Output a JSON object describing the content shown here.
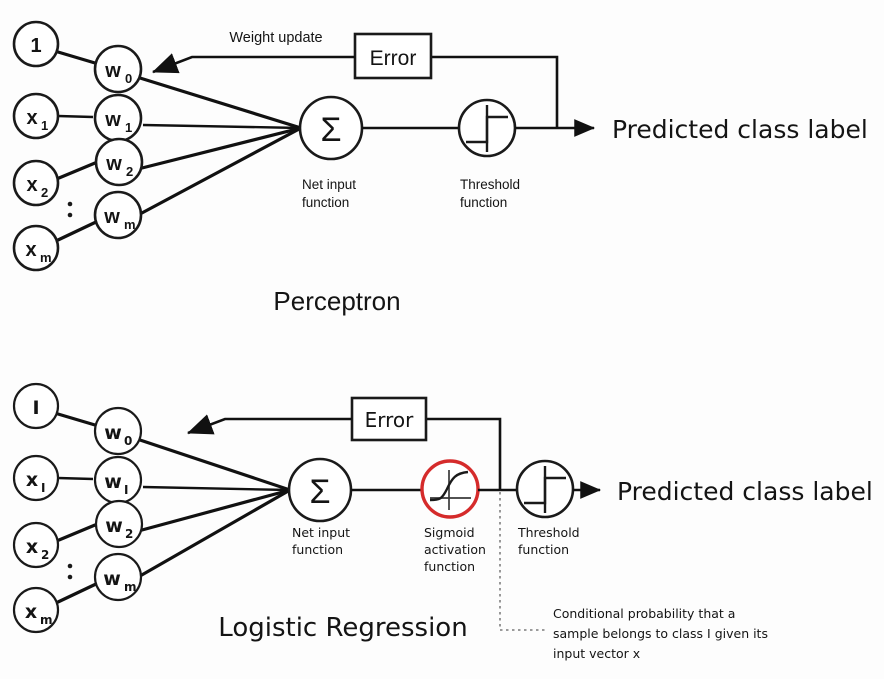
{
  "figure": {
    "background_color": "#fdfdfd",
    "line_color": "#111111",
    "accent_color": "#d52b2b"
  },
  "diagrams": [
    {
      "id": "perceptron",
      "title": "Perceptron",
      "inputs": [
        {
          "label": "1",
          "sub": ""
        },
        {
          "label": "x",
          "sub": "1"
        },
        {
          "label": "x",
          "sub": "2"
        },
        {
          "label": "x",
          "sub": "m"
        }
      ],
      "vertical_dots": "⋮",
      "weights": [
        {
          "label": "w",
          "sub": "0"
        },
        {
          "label": "w",
          "sub": "1"
        },
        {
          "label": "w",
          "sub": "2"
        },
        {
          "label": "w",
          "sub": "m"
        }
      ],
      "net_input": {
        "symbol": "Σ",
        "caption_line1": "Net input",
        "caption_line2": "function"
      },
      "threshold": {
        "icon": "step-function-icon",
        "caption_line1": "Threshold",
        "caption_line2": "function"
      },
      "error_box_label": "Error",
      "weight_update_label": "Weight update",
      "output_label": "Predicted class label"
    },
    {
      "id": "logistic-regression",
      "title": "Logistic Regression",
      "inputs": [
        {
          "label": "I",
          "sub": ""
        },
        {
          "label": "x",
          "sub": "I"
        },
        {
          "label": "x",
          "sub": "2"
        },
        {
          "label": "x",
          "sub": "m"
        }
      ],
      "vertical_dots": "⋮",
      "weights": [
        {
          "label": "w",
          "sub": "0"
        },
        {
          "label": "w",
          "sub": "I"
        },
        {
          "label": "w",
          "sub": "2"
        },
        {
          "label": "w",
          "sub": "m"
        }
      ],
      "net_input": {
        "symbol": "Σ",
        "caption_line1": "Net input",
        "caption_line2": "function"
      },
      "sigmoid": {
        "icon": "sigmoid-curve-icon",
        "caption_line1": "Sigmoid",
        "caption_line2": "activation",
        "caption_line3": "function",
        "highlight_color": "#d52b2b"
      },
      "threshold": {
        "icon": "step-function-icon",
        "caption_line1": "Threshold",
        "caption_line2": "function"
      },
      "error_box_label": "Error",
      "output_label": "Predicted class label",
      "annotation": {
        "line1": "Conditional probability that a",
        "line2": "sample belongs to class I given its",
        "line3": "input vector x"
      }
    }
  ]
}
